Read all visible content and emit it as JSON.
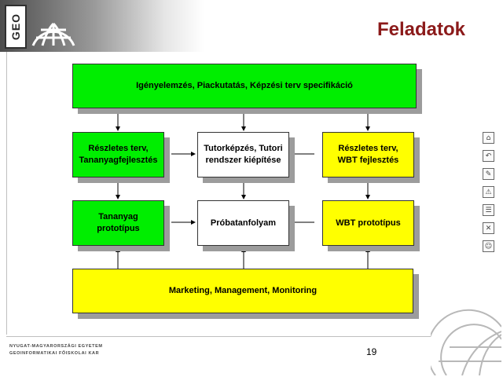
{
  "logo": {
    "text": "GEO",
    "icon": "globe-icon"
  },
  "title": "Feladatok",
  "boxes": {
    "top": "Igényelemzés, Piackutatás, Képzési terv specifikáció",
    "left_mid": "Részletes terv,\nTananyagfejlesztés",
    "center_mid": "Tutorképzés, Tutori\nrendszer kiépítése",
    "right_mid": "Részletes terv,\nWBT fejlesztés",
    "left_low": "Tananyag\nprototípus",
    "center_low": "Próbatanfolyam",
    "right_low": "WBT prototípus",
    "bottom": "Marketing, Management, Monitoring"
  },
  "colors": {
    "green": "#00ee00",
    "yellow": "#ffff00",
    "title": "#8b1a1a"
  },
  "side_icons": [
    "home-icon",
    "back-icon",
    "edit-icon",
    "network-icon",
    "list-icon",
    "map-icon",
    "person-icon"
  ],
  "footer": {
    "university_line1": "NYUGAT-MAGYARORSZÁGI EGYETEM",
    "university_line2": "GEOINFORMATIKAI FŐISKOLAI KAR",
    "page_number": "19"
  }
}
